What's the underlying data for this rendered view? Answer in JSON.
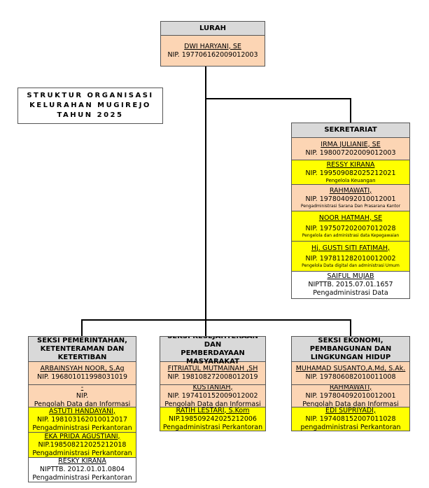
{
  "title": [
    "STRUKTUR ORGANISASI",
    "KELURAHAN MUGIREJO",
    "TAHUN 2025"
  ],
  "lurah": {
    "header": "LURAH",
    "name": "DWI HARYANI, SE",
    "nip": "NIP. 197706162009012003"
  },
  "sekretariat": {
    "header": "SEKRETARIAT",
    "people": [
      {
        "name": "IRMA JULIANIE, SE",
        "nip": "NIP. 198007202009012003"
      },
      {
        "name": "RESSY KIRANA",
        "nip": "NIP. 199509082025212021",
        "role": "Pengelola Keuangan"
      },
      {
        "name": "RAHMAWATI,",
        "nip": "NIP. 197804092010012001",
        "role": "Pengadministrasi Sarana Dan Prasarana Kantor"
      },
      {
        "name": "NOOR HATMAH, SE",
        "nip": "NIP. 197507202007012028",
        "role": "Pengelola dan administrasi data Kepegawaian"
      },
      {
        "name": "Hj. GUSTI SITI FATIMAH,",
        "nip": "NIP. 197811282010012002",
        "role": "Pengelola Data digital dan administrasi Umum"
      },
      {
        "name": "SAIFUL MUJAB",
        "nip": "NIPTTB. 2015.07.01.1657",
        "role": "Pengadministrasi Data"
      }
    ]
  },
  "seksi_pemerintahan": {
    "header": [
      "SEKSI PEMERINTAHAN,",
      "KETENTERAMAN DAN",
      "KETERTIBAN"
    ],
    "people": [
      {
        "name": "ARBAINSYAH NOOR, S.Ag",
        "nip": "NIP. 196801011998031019"
      },
      {
        "name": "-",
        "nip": "NIP.",
        "role": "Pengolah Data dan Informasi"
      },
      {
        "name": "ASTUTI HANDAYANI,",
        "nip": "NIP. 198103162010012017",
        "role": "Pengadministrasi Perkantoran"
      },
      {
        "name": "EKA PRIDA AGUSTIANI,",
        "nip": "NIP.198508212025212018",
        "role": "Pengadministrasi Perkantoran"
      },
      {
        "name": "RESKY KIRANA",
        "nip": "NIPTTB. 2012.01.01.0804",
        "role": "Pengadministrasi Perkantoran"
      }
    ]
  },
  "seksi_kesejahteraan": {
    "header": [
      "SEKSI KESEJAHTERAAN DAN",
      "PEMBERDAYAAN",
      "MASYARAKAT"
    ],
    "people": [
      {
        "name": "FITRIATUL MUTMAINAH ,SH",
        "nip": "NIP. 198108272008012019"
      },
      {
        "name": "KUSTANIAH,",
        "nip": "NIP. 197410152009012002",
        "role": "Pengolah Data dan Informasi"
      },
      {
        "name": "RATIH LESTARI, S.Kom",
        "nip": "NIP.198509242025212006",
        "role": "Pengadministrasi Perkantoran"
      }
    ]
  },
  "seksi_ekonomi": {
    "header": [
      "SEKSI EKONOMI,",
      "PEMBANGUNAN DAN",
      "LINGKUNGAN HIDUP"
    ],
    "people": [
      {
        "name": "MUHAMAD SUSANTO,A.Md, S.Ak.",
        "nip": "NIP. 197806082010011008"
      },
      {
        "name": "RAHMAWATI,",
        "nip": "NIP. 197804092010012001",
        "role": "Pengolah Data dan Informasi"
      },
      {
        "name": "EDI SUPRIYADI,",
        "nip": "NIP. 197408152007011028",
        "role": "pengadministrasi Perkantoran"
      }
    ]
  }
}
